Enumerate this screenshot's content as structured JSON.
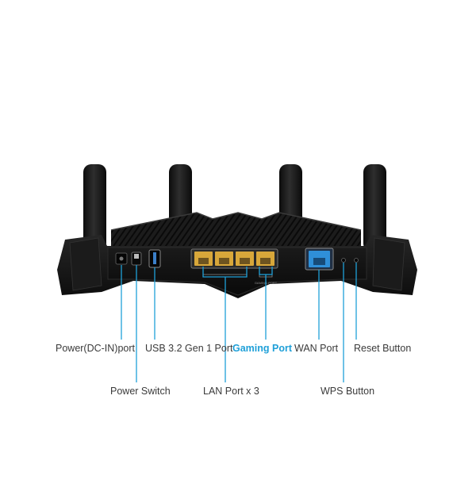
{
  "labels": {
    "power_dc_in": "Power(DC-IN)port",
    "power_switch": "Power Switch",
    "usb_port": "USB 3.2 Gen 1 Port",
    "lan_ports": "LAN Port x 3",
    "gaming_port": "Gaming Port",
    "wan_port": "WAN Port",
    "wps_button": "WPS Button",
    "reset_button": "Reset Button"
  },
  "device_text": {
    "gaming_port_small": "GAMING PORT"
  },
  "colors": {
    "callout_line": "#1fa0d8",
    "highlight_label": "#1fa0d8",
    "router_body": "#141414",
    "lan_port": "#d8a73a",
    "wan_port": "#2f8fd8"
  }
}
